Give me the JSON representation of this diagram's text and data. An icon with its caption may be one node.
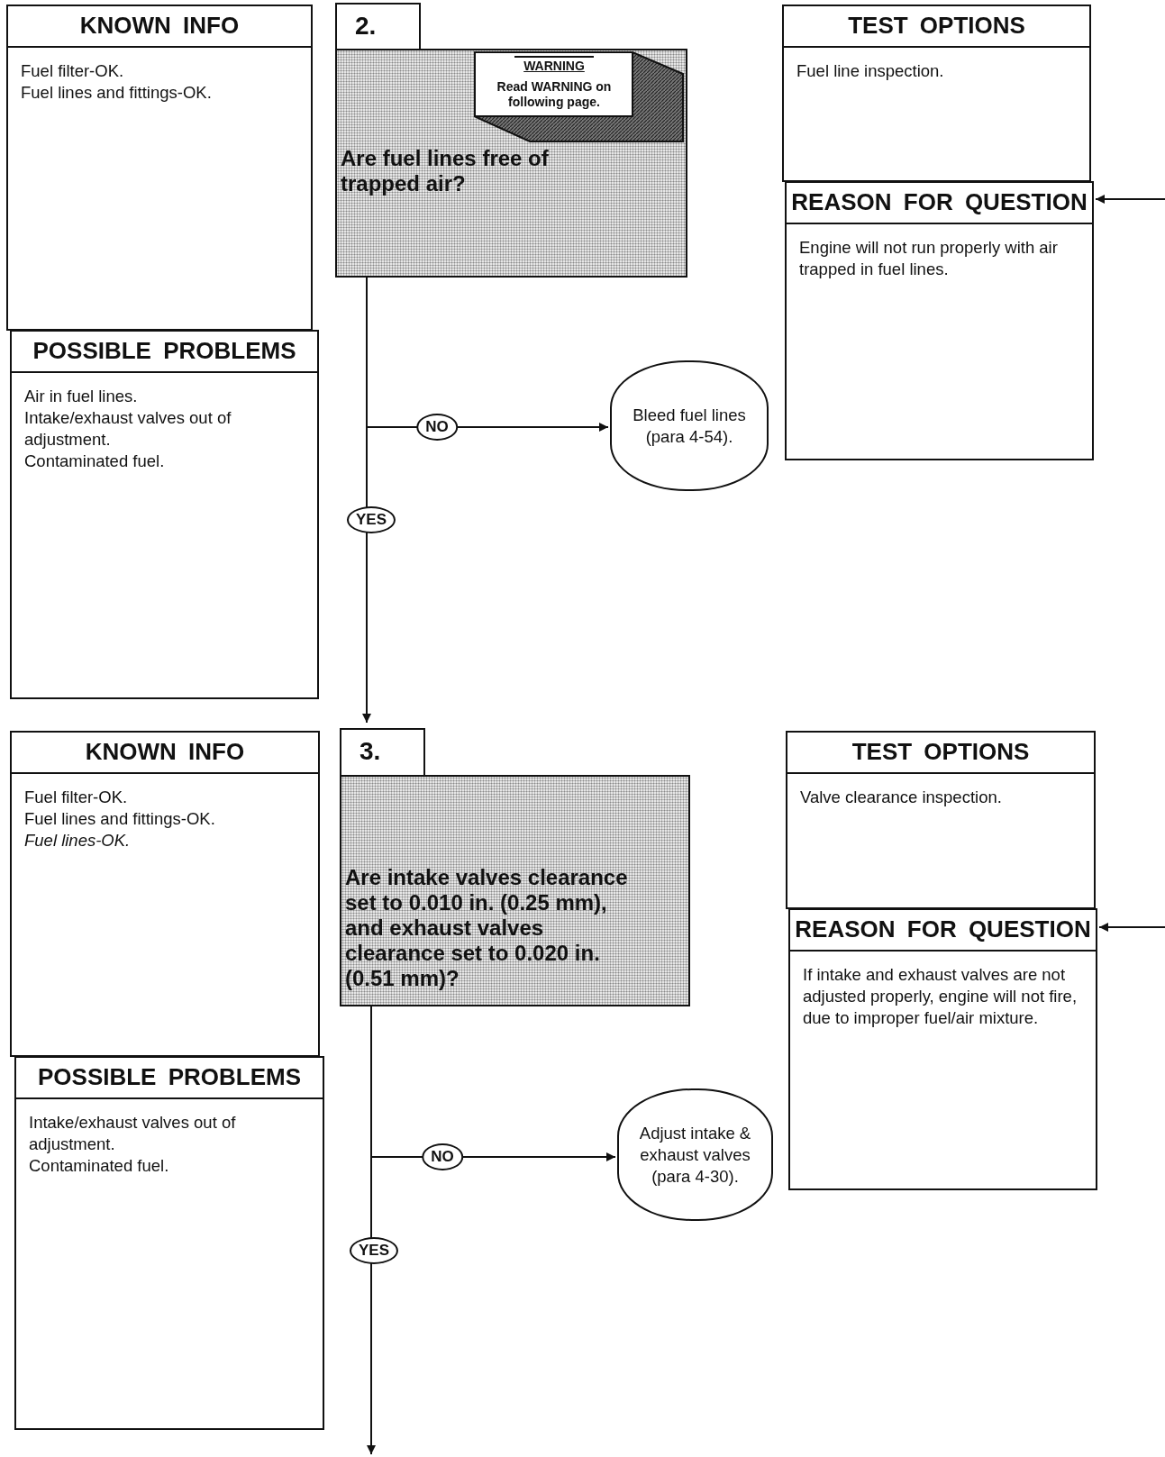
{
  "diagram": {
    "nodes": [
      {
        "text": [
          "KNOWN INFO",
          "Fuel filter-OK.",
          "Fuel lines and fittings-OK."
        ]
      },
      {
        "text": [
          "POSSIBLE PROBLEMS",
          "Air in fuel lines.",
          "Intake/exhaust valves out of adjustment.",
          "Contaminated fuel."
        ]
      },
      {
        "text": [
          "2.",
          "Are fuel lines free of trapped air?"
        ]
      },
      {
        "text": [
          "WARNING",
          "Read WARNING on following page."
        ],
        "in": 2
      },
      {
        "text": [
          "TEST OPTIONS",
          "Fuel line inspection."
        ]
      },
      {
        "text": [
          "REASON FOR QUESTION",
          "Engine will not run properly with air trapped in fuel lines."
        ]
      },
      {
        "text": [
          "Bleed fuel lines (para 4-54)."
        ]
      },
      {
        "text": [
          "KNOWN INFO",
          "Fuel filter-OK.",
          "Fuel lines and fittings-OK.",
          "*Fuel lines-OK.*"
        ]
      },
      {
        "text": [
          "POSSIBLE PROBLEMS",
          "Intake/exhaust valves out of adjustment.",
          "Contaminated fuel."
        ]
      },
      {
        "text": [
          "3.",
          "Are intake valves clearance set to 0.010 in. (0.25 mm), and exhaust valves clearance set to 0.020 in. (0.51 mm)?"
        ]
      },
      {
        "text": [
          "TEST OPTIONS",
          "Valve clearance inspection."
        ]
      },
      {
        "text": [
          "REASON FOR QUESTION",
          "If intake and exhaust valves are not adjusted properly, engine will not fire, due to improper fuel/air mixture."
        ]
      },
      {
        "text": [
          "Adjust intake & exhaust valves (para 4-30)."
        ]
      }
    ],
    "edges": [
      {
        "from": 2,
        "to": 6,
        "arrow": "to",
        "label": "NO"
      },
      {
        "from": 2,
        "to": 9,
        "arrow": "to",
        "label": "YES"
      },
      {
        "from": null,
        "to": 5,
        "arrow": "to"
      },
      {
        "from": 9,
        "to": 12,
        "arrow": "to",
        "label": "NO"
      },
      {
        "from": 9,
        "to": null,
        "arrow": "to",
        "label": "YES"
      },
      {
        "from": null,
        "to": 11,
        "arrow": "to"
      }
    ]
  }
}
